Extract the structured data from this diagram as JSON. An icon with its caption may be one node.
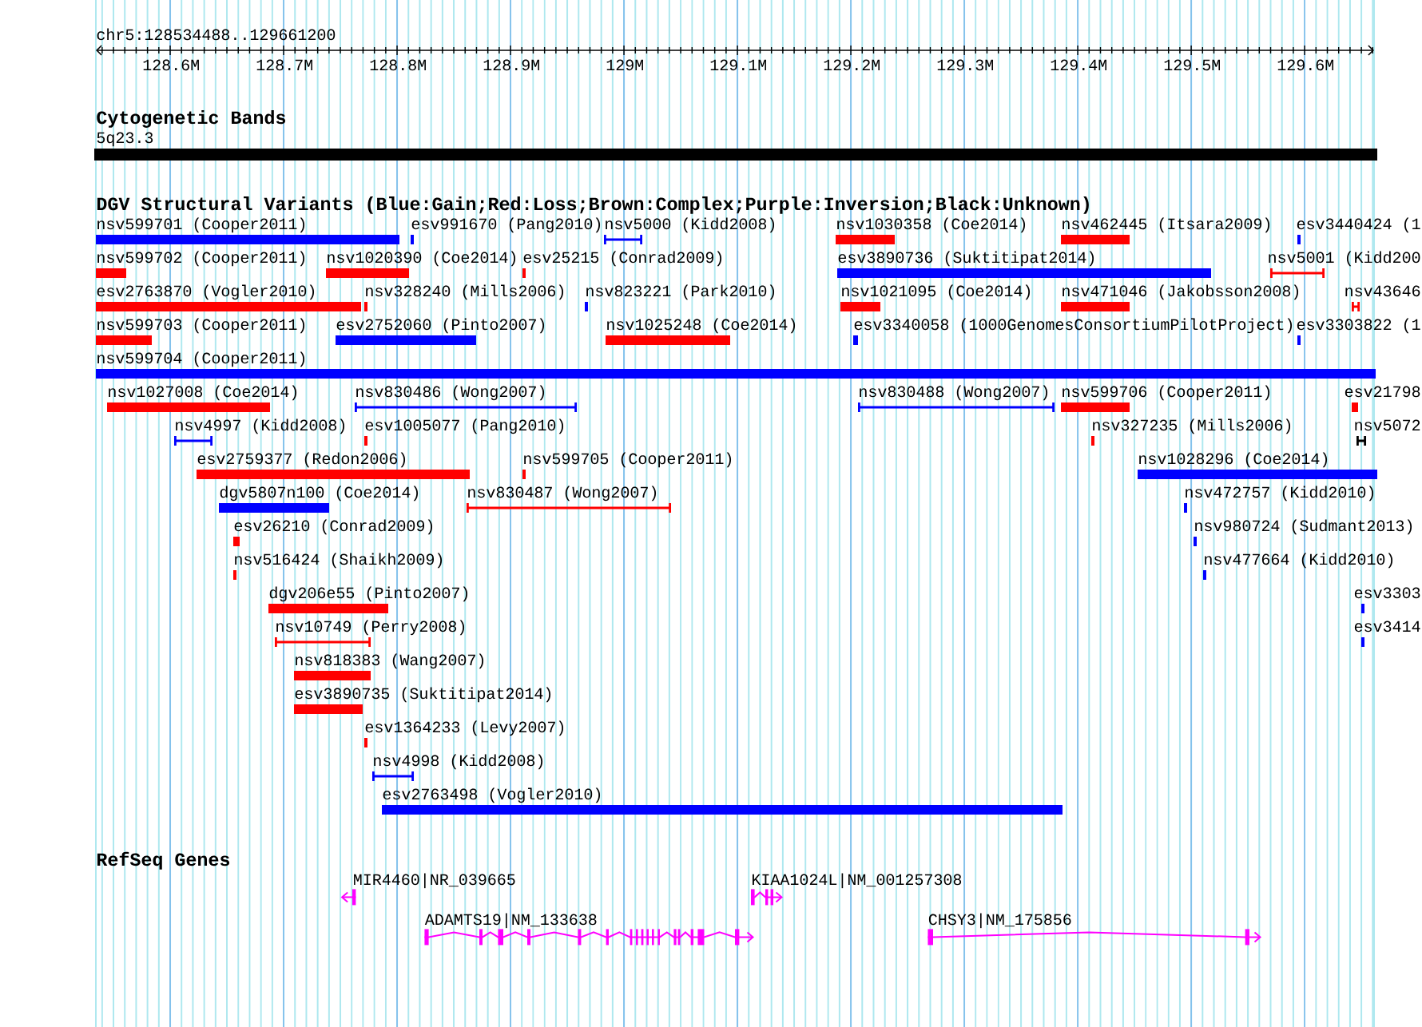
{
  "diagram": {
    "nodes": [
      {
        "text": [
          "5q23.3"
        ]
      },
      {
        "text": [
          "nsv599701 (Cooper2011)"
        ]
      },
      {
        "text": [
          "esv991670 (Pang2010)"
        ]
      },
      {
        "text": [
          "nsv5000 (Kidd2008)"
        ]
      },
      {
        "text": [
          "nsv1030358 (Coe2014)"
        ]
      },
      {
        "text": [
          "nsv462445 (Itsara2009)"
        ]
      },
      {
        "text": [
          "esv3440424 (1"
        ]
      },
      {
        "text": [
          "nsv599702 (Cooper2011)"
        ]
      },
      {
        "text": [
          "nsv1020390 (Coe2014)"
        ]
      },
      {
        "text": [
          "esv25215 (Conrad2009)"
        ]
      },
      {
        "text": [
          "esv3890736 (Suktitipat2014)"
        ]
      },
      {
        "text": [
          "nsv5001 (Kidd200"
        ]
      },
      {
        "text": [
          "esv2763870 (Vogler2010)"
        ]
      },
      {
        "text": [
          "nsv328240 (Mills2006)"
        ]
      },
      {
        "text": [
          "nsv823221 (Park2010)"
        ]
      },
      {
        "text": [
          "nsv1021095 (Coe2014)"
        ]
      },
      {
        "text": [
          "nsv471046 (Jakobsson2008)"
        ]
      },
      {
        "text": [
          "nsv43646"
        ]
      },
      {
        "text": [
          "nsv599703 (Cooper2011)"
        ]
      },
      {
        "text": [
          "esv2752060 (Pinto2007)"
        ]
      },
      {
        "text": [
          "nsv1025248 (Coe2014)"
        ]
      },
      {
        "text": [
          "esv3340058 (1000GenomesConsortiumPilotProject)"
        ]
      },
      {
        "text": [
          "esv3303822 (1"
        ]
      },
      {
        "text": [
          "nsv599704 (Cooper2011)"
        ]
      },
      {
        "text": [
          "nsv1027008 (Coe2014)"
        ]
      },
      {
        "text": [
          "nsv830486 (Wong2007)"
        ]
      },
      {
        "text": [
          "nsv830488 (Wong2007)"
        ]
      },
      {
        "text": [
          "nsv599706 (Cooper2011)"
        ]
      },
      {
        "text": [
          "esv21798"
        ]
      },
      {
        "text": [
          "nsv4997 (Kidd2008)"
        ]
      },
      {
        "text": [
          "esv1005077 (Pang2010)"
        ]
      },
      {
        "text": [
          "nsv327235 (Mills2006)"
        ]
      },
      {
        "text": [
          "nsv5072"
        ]
      },
      {
        "text": [
          "esv2759377 (Redon2006)"
        ]
      },
      {
        "text": [
          "nsv599705 (Cooper2011)"
        ]
      },
      {
        "text": [
          "nsv1028296 (Coe2014)"
        ]
      },
      {
        "text": [
          "dgv5807n100 (Coe2014)"
        ]
      },
      {
        "text": [
          "nsv830487 (Wong2007)"
        ]
      },
      {
        "text": [
          "nsv472757 (Kidd2010)"
        ]
      },
      {
        "text": [
          "esv26210 (Conrad2009)"
        ]
      },
      {
        "text": [
          "nsv980724 (Sudmant2013)"
        ]
      },
      {
        "text": [
          "nsv516424 (Shaikh2009)"
        ]
      },
      {
        "text": [
          "nsv477664 (Kidd2010)"
        ]
      },
      {
        "text": [
          "dgv206e55 (Pinto2007)"
        ]
      },
      {
        "text": [
          "esv3303"
        ]
      },
      {
        "text": [
          "nsv10749 (Perry2008)"
        ]
      },
      {
        "text": [
          "esv3414"
        ]
      },
      {
        "text": [
          "nsv818383 (Wang2007)"
        ]
      },
      {
        "text": [
          "esv3890735 (Suktitipat2014)"
        ]
      },
      {
        "text": [
          "esv1364233 (Levy2007)"
        ]
      },
      {
        "text": [
          "nsv4998 (Kidd2008)"
        ]
      },
      {
        "text": [
          "esv2763498 (Vogler2010)"
        ]
      },
      {
        "text": [
          "MIR4460|NR_039665"
        ]
      },
      {
        "text": [
          "KIAA1024L|NM_001257308"
        ]
      },
      {
        "text": [
          "ADAMTS19|NM_133638"
        ]
      },
      {
        "text": [
          "CHSY3|NM_175856"
        ]
      }
    ],
    "labels": [
      "chr5:128534488..129661200",
      "128.6M",
      "128.7M",
      "128.8M",
      "128.9M",
      "129M",
      "129.1M",
      "129.2M",
      "129.3M",
      "129.4M",
      "129.5M",
      "129.6M",
      "Cytogenetic Bands",
      "DGV Structural Variants (Blue:Gain;Red:Loss;Brown:Complex;Purple:Inversion;Black:Unknown)",
      "RefSeq Genes"
    ]
  }
}
